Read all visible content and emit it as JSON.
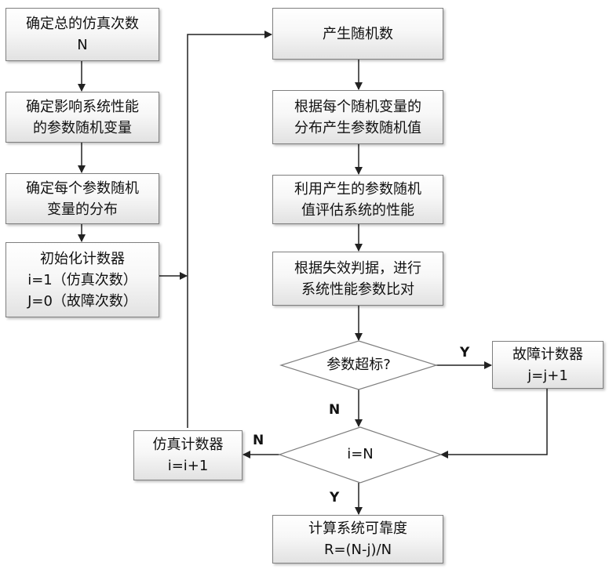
{
  "boxes": {
    "total_sims": {
      "line1": "确定总的仿真次数",
      "line2": "N"
    },
    "random_vars": {
      "line1": "确定影响系统性能",
      "line2": "的参数随机变量"
    },
    "distribution": {
      "line1": "确定每个参数随机",
      "line2": "变量的分布"
    },
    "init_counters": {
      "line1": "初始化计数器",
      "line2": "i=1（仿真次数）",
      "line3": "J=0（故障次数）"
    },
    "gen_random": {
      "line1": "产生随机数"
    },
    "gen_values": {
      "line1": "根据每个随机变量的",
      "line2": "分布产生参数随机值"
    },
    "evaluate": {
      "line1": "利用产生的参数随机",
      "line2": "值评估系统的性能"
    },
    "compare": {
      "line1": "根据失效判据，进行",
      "line2": "系统性能参数比对"
    },
    "fault_counter": {
      "line1": "故障计数器",
      "line2": "j=j+1"
    },
    "sim_counter": {
      "line1": "仿真计数器",
      "line2": "i=i+1"
    },
    "reliability": {
      "line1": "计算系统可靠度",
      "line2": "R=(N-j)/N"
    }
  },
  "decisions": {
    "exceeds": {
      "label": "参数超标?"
    },
    "i_equals_n": {
      "label": "i=N"
    }
  },
  "flags": {
    "exceeds_yes": "Y",
    "exceeds_no": "N",
    "in_no": "N",
    "in_yes": "Y"
  }
}
